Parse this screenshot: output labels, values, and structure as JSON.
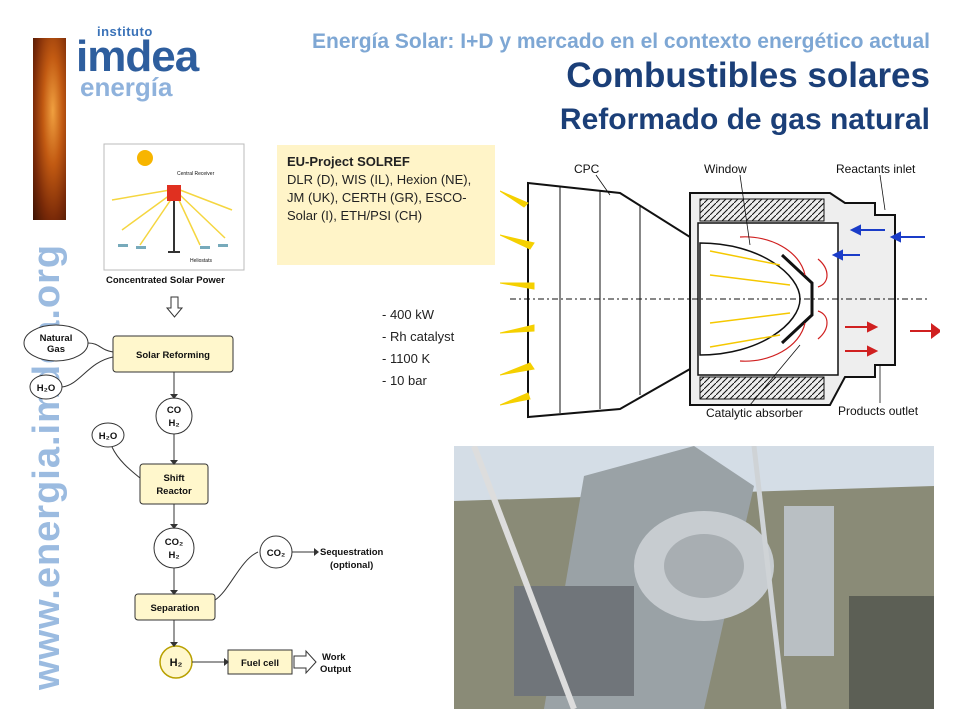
{
  "logo": {
    "instituto": "instituto",
    "imdea": "imdea",
    "energia": "energía"
  },
  "website": "www.energia.imdea.org",
  "header": {
    "subtitle": "Energía Solar: I+D y mercado en el contexto energético actual",
    "title": "Combustibles solares",
    "title2": "Reformado de gas natural"
  },
  "project": {
    "heading": "EU-Project SOLREF",
    "partners": "DLR (D), WIS (IL), Hexion (NE), JM (UK), CERTH (GR), ESCO-Solar (I), ETH/PSI (CH)"
  },
  "specs": [
    "- 400 kW",
    "- Rh catalyst",
    "- 1100 K",
    "- 10 bar"
  ],
  "csp_diagram": {
    "caption": "Concentrated Solar Power",
    "central_receiver": "Central Receiver",
    "heliostats": "Heliostats"
  },
  "flowchart": {
    "natural_gas_1": "Natural",
    "natural_gas_2": "Gas",
    "h2o_1": "H₂O",
    "h2o_2": "H₂O",
    "solar_reforming": "Solar Reforming",
    "co": "CO",
    "h2": "H₂",
    "shift_reactor_1": "Shift",
    "shift_reactor_2": "Reactor",
    "co2": "CO₂",
    "h2_b": "H₂",
    "co2_out": "CO₂",
    "sequestration_1": "Sequestration",
    "sequestration_2": "(optional)",
    "separation": "Separation",
    "h2_final": "H₂",
    "fuel_cell": "Fuel cell",
    "work_1": "Work",
    "work_2": "Output"
  },
  "reactor_diagram": {
    "cpc": "CPC",
    "window": "Window",
    "reactants_inlet": "Reactants inlet",
    "catalytic_absorber": "Catalytic absorber",
    "products_outlet": "Products outlet"
  },
  "colors": {
    "title": "#1b3f78",
    "subtitle": "#7ea7d4",
    "website": "#9bbbe0",
    "project_bg": "#fff4c8",
    "flow_box": "#fff7cc"
  }
}
